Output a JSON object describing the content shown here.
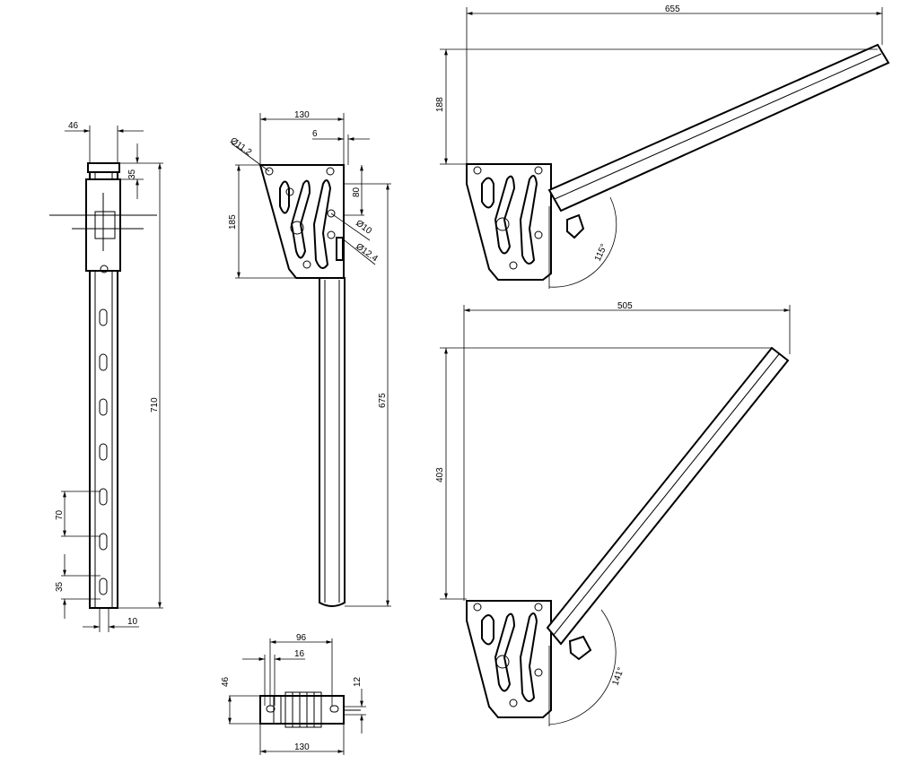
{
  "side_view": {
    "width_46": "46",
    "top_35": "35",
    "height_710": "710",
    "pitch_70": "70",
    "offset_35": "35",
    "bottom_10": "10"
  },
  "front_view": {
    "width_130": "130",
    "offset_6": "6",
    "hole_d11_2": "Ø11.2",
    "height_185": "185",
    "height_80": "80",
    "hole_d10": "Ø10",
    "hole_d12_4": "Ø12.4",
    "length_675": "675"
  },
  "bottom_view": {
    "spacing_96": "96",
    "slot_16": "16",
    "depth_46": "46",
    "pin_12": "12",
    "width_130": "130"
  },
  "extended_view_115": {
    "reach_655": "655",
    "rise_188": "188",
    "angle": "115°"
  },
  "extended_view_141": {
    "reach_505": "505",
    "rise_403": "403",
    "angle": "141°"
  },
  "colors": {
    "line": "#000000",
    "background": "#ffffff"
  }
}
